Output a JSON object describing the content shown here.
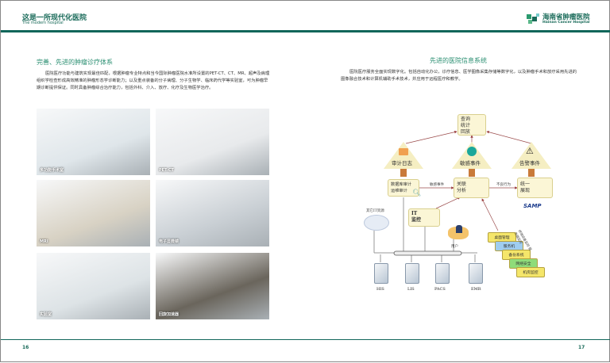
{
  "header": {
    "title": "这是一所现代化医院",
    "subtitle": "The modern hospital",
    "logo_cn": "海南省肿瘤医院",
    "logo_en": "Hainan Cancer Hospital"
  },
  "left": {
    "title": "完善、先进的肿瘤诊疗体系",
    "body": "医院医疗功能与建筑实现最佳匹配，根据肿瘤专业特点和当今国际肿瘤医院水准所设置的PET-CT、CT、MR、超声及病理组织学检查形成高效精准的肿瘤形态学诊断能力；以及重点装备的分子病理、分子生物学、临床药代学等实验室，可为肿瘤早期诊断提供保证。同时具备肿瘤综合治疗能力，包括外科、介入、放疗、化疗及生物医学治疗。",
    "photos": [
      {
        "caption": "多功能手术室",
        "bg": "#dfe6ea"
      },
      {
        "caption": "PET-CT",
        "bg": "#e8eaec"
      },
      {
        "caption": "MRI",
        "bg": "#d8d2c4"
      },
      {
        "caption": "电子显微镜",
        "bg": "#c9cfd4"
      },
      {
        "caption": "实验室",
        "bg": "#dde3e6"
      },
      {
        "caption": "回旋加速器",
        "bg": "#6a655c"
      }
    ],
    "page": "16"
  },
  "right": {
    "title": "先进的医院信息系统",
    "body": "医院医疗服务全面实现数字化。包括自动化办公，诊疗信息、医学图像采集存储等数字化，以及肿瘤手术和放疗采用先进的图像融合技术和计算机辅助手术技术，并应用于远程医疗和教学。",
    "diagram": {
      "query": "查询\n统计\n回放",
      "audit_log": "审计日志",
      "sensitive": "敏感事件",
      "alert": "告警事件",
      "db_audit": "数据库审计\n运维审计",
      "sensitive_small": "敏感事件",
      "correlation": "关联\n分析",
      "bad_behavior": "不良行为",
      "unified": "统一\n展现",
      "samp": "SAMP",
      "other_it": "其它IT资源",
      "it_monitor": "IT\n监控",
      "user": "用户",
      "servers": [
        "HIS",
        "LIS",
        "PACS",
        "EMR"
      ],
      "stack": [
        "桌面管理",
        "服务机",
        "备份系统",
        "网络安全",
        "机房监控"
      ],
      "vertical_note": "终端设备监控 服务器监控"
    },
    "page": "17"
  }
}
